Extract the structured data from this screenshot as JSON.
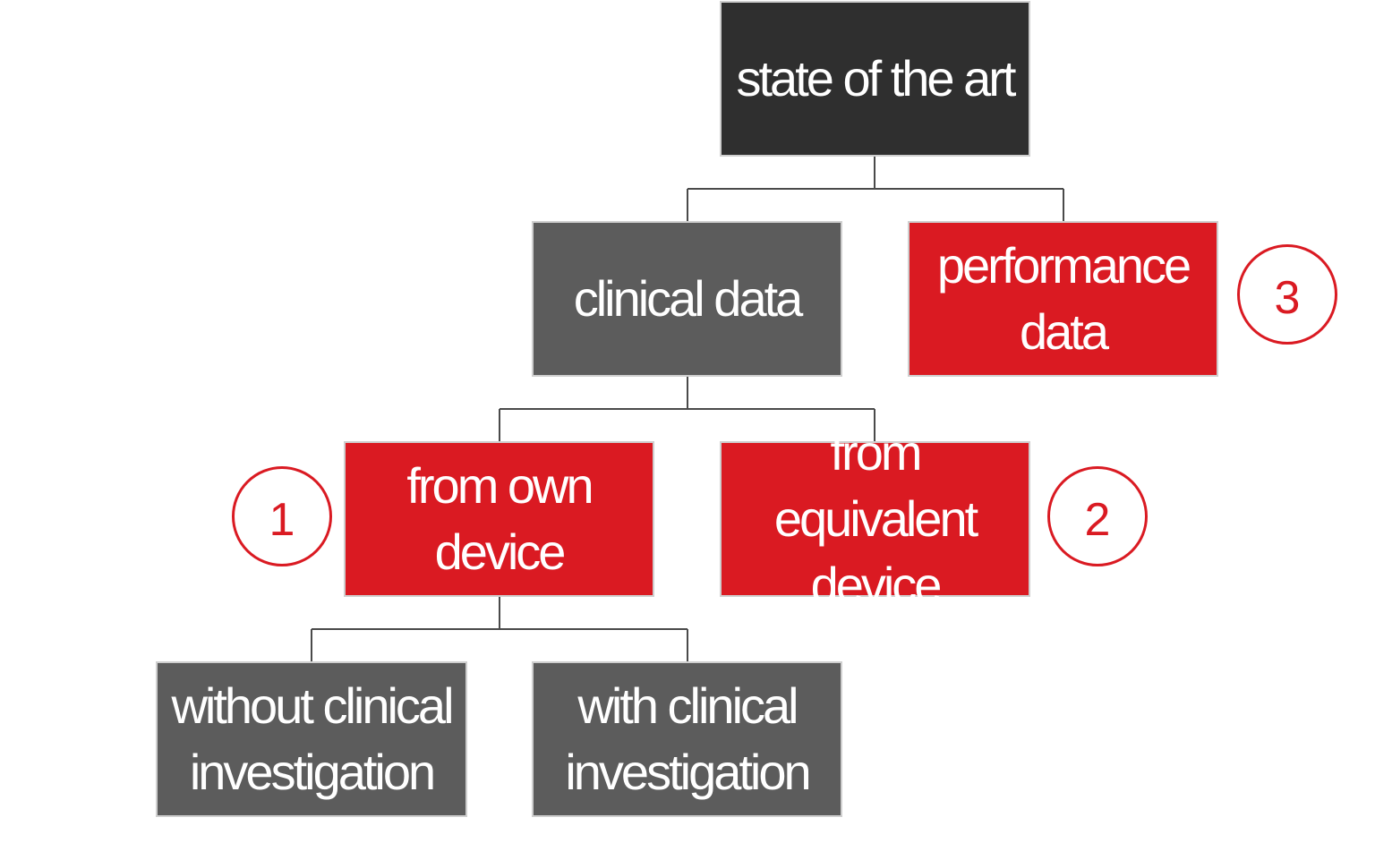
{
  "diagram": {
    "root": {
      "label": "state of the art"
    },
    "clinical_data": {
      "label": "clinical data"
    },
    "performance_data": {
      "label": "performance data",
      "badge": "3"
    },
    "own_device": {
      "label": "from own device",
      "badge": "1"
    },
    "equivalent_device": {
      "label": "from equivalent device",
      "badge": "2"
    },
    "without_investigation": {
      "label": "without clinical investigation"
    },
    "with_investigation": {
      "label": "with clinical investigation"
    }
  },
  "colors": {
    "root_fill": "#2f2f2f",
    "category_fill": "#5c5c5c",
    "accent_red": "#da1a22",
    "box_border": "#cfcfcf",
    "connector": "#4a4a4a"
  }
}
